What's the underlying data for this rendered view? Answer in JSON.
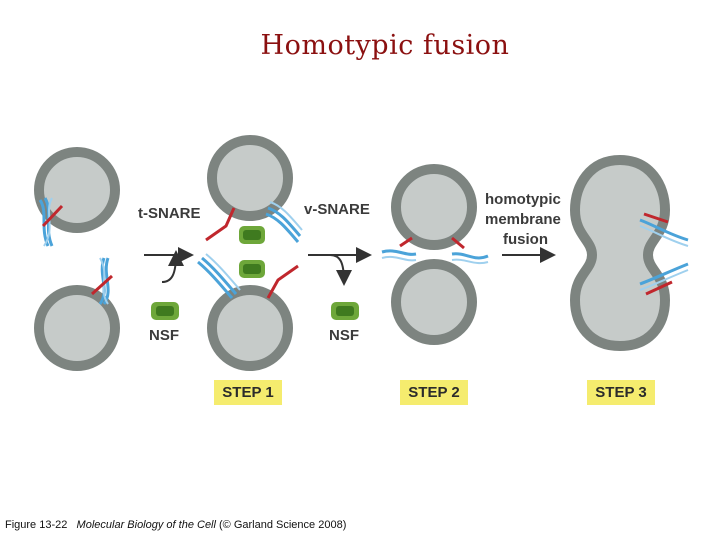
{
  "title": "Homotypic fusion",
  "labels": {
    "t_snare": "t-SNARE",
    "v_snare": "v-SNARE",
    "nsf_left": "NSF",
    "nsf_right": "NSF",
    "homotypic_fusion": [
      "homotypic",
      "membrane",
      "fusion"
    ]
  },
  "steps": [
    "STEP 1",
    "STEP 2",
    "STEP 3"
  ],
  "caption": {
    "figure": "Figure 13-22",
    "book": "Molecular Biology of the Cell",
    "credit": "(© Garland Science 2008)"
  },
  "colors": {
    "membrane": "#7d8480",
    "lumen": "#c6cbc9",
    "t_snare": "#c0272d",
    "v_snare": "#4ba3d9",
    "nsf": "#6ea73a",
    "step_box": "#f5ec6e",
    "title": "#8b1010"
  }
}
